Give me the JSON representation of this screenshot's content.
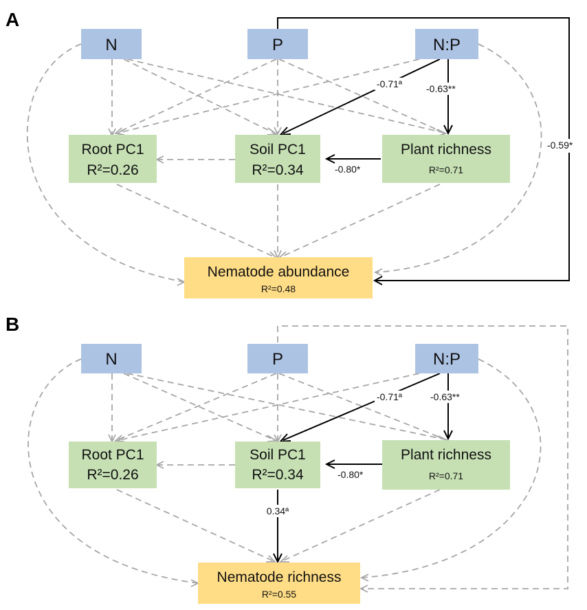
{
  "panels": [
    {
      "letter": "A",
      "nodes": {
        "n": "N",
        "p": "P",
        "np": "N:P",
        "root": {
          "label": "Root PC1",
          "r2": "R²=0.26"
        },
        "soil": {
          "label": "Soil PC1",
          "r2": "R²=0.34"
        },
        "plant": {
          "label": "Plant richness",
          "r2": "R²=0.71"
        },
        "target": {
          "label": "Nematode abundance",
          "r2": "R²=0.48"
        }
      },
      "coefficients": {
        "np_soil": "-0.71ª",
        "np_plant": "-0.63**",
        "plant_soil": "-0.80*",
        "p_target": "-0.59*"
      }
    },
    {
      "letter": "B",
      "nodes": {
        "n": "N",
        "p": "P",
        "np": "N:P",
        "root": {
          "label": "Root PC1",
          "r2": "R²=0.26"
        },
        "soil": {
          "label": "Soil PC1",
          "r2": "R²=0.34"
        },
        "plant": {
          "label": "Plant richness",
          "r2": "R²=0.71"
        },
        "target": {
          "label": "Nematode richness",
          "r2": "R²=0.55"
        }
      },
      "coefficients": {
        "np_soil": "-0.71ª",
        "np_plant": "-0.63**",
        "plant_soil": "-0.80*",
        "soil_target": "0.34ª"
      }
    }
  ]
}
